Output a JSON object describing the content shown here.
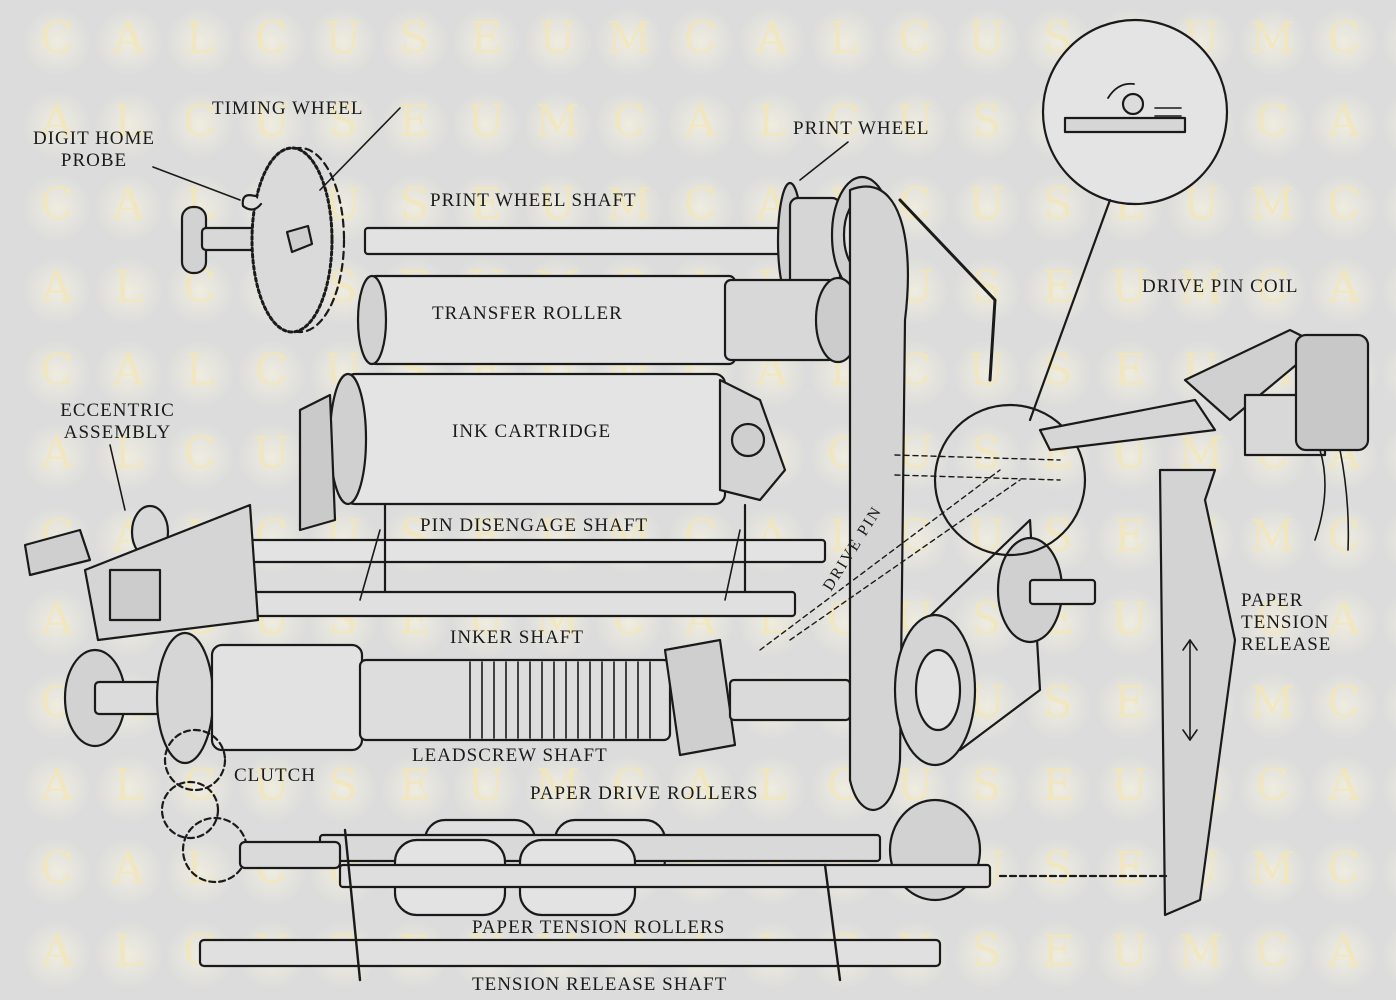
{
  "watermark": {
    "letters": [
      "C",
      "A",
      "L",
      "C",
      "U",
      "S",
      "E",
      "U",
      "M"
    ],
    "color": "#f3e6b6"
  },
  "labels": {
    "timing_wheel": "TIMING WHEEL",
    "digit_home_probe": [
      "DIGIT HOME",
      "PROBE"
    ],
    "print_wheel": "PRINT WHEEL",
    "print_wheel_shaft": "PRINT WHEEL SHAFT",
    "transfer_roller": "TRANSFER ROLLER",
    "ink_cartridge": "INK CARTRIDGE",
    "drive_pin_coil": "DRIVE PIN COIL",
    "eccentric_assembly": [
      "ECCENTRIC",
      "ASSEMBLY"
    ],
    "pin_disengage_shaft": "PIN DISENGAGE SHAFT",
    "drive_pin": "DRIVE PIN",
    "inker_shaft": "INKER SHAFT",
    "paper_tension_release": [
      "PAPER",
      "TENSION",
      "RELEASE"
    ],
    "leadscrew_shaft": "LEADSCREW SHAFT",
    "clutch": "CLUTCH",
    "paper_drive_rollers": "PAPER DRIVE ROLLERS",
    "paper_tension_rollers": "PAPER TENSION ROLLERS",
    "tension_release_shaft": "TENSION RELEASE SHAFT"
  }
}
